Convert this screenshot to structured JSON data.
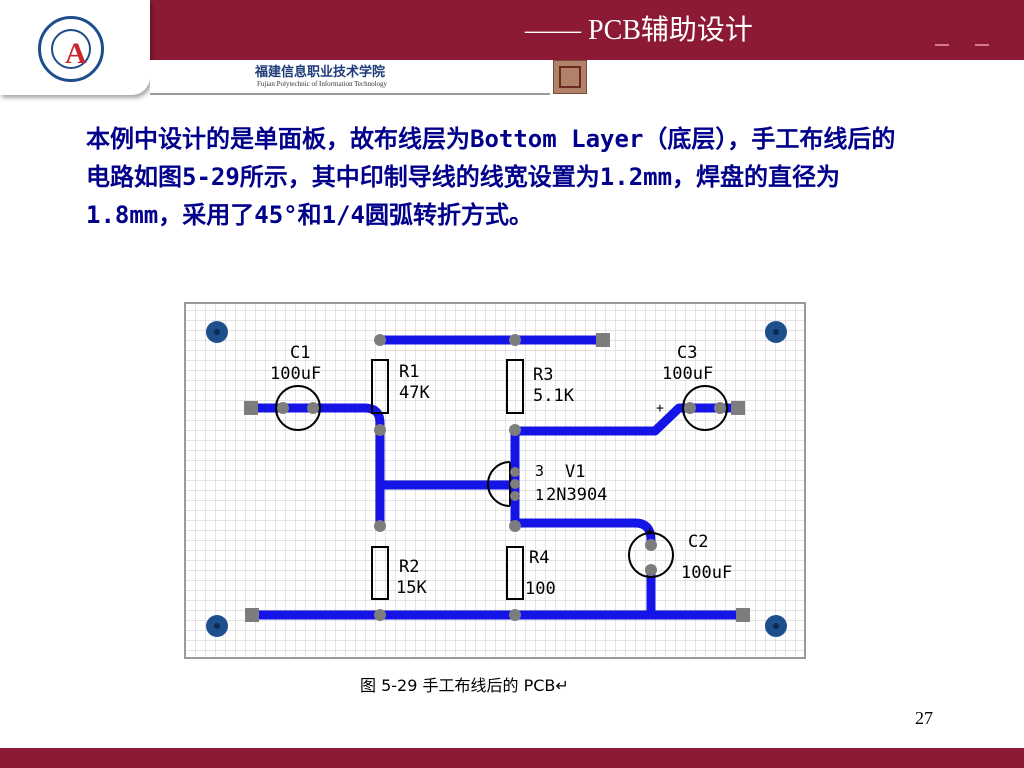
{
  "header": {
    "title": "—— PCB辅助设计",
    "school_name_cn": "福建信息职业技术学院",
    "school_name_en": "Fujian Polytechnic of Information Technology"
  },
  "body": {
    "paragraph": "本例中设计的是单面板，故布线层为Bottom Layer（底层），手工布线后的电路如图5-29所示，其中印制导线的线宽设置为1.2mm，焊盘的直径为1.8mm，采用了45°和1/4圆弧转折方式。"
  },
  "figure": {
    "caption": "图 5-29  手工布线后的 PCB↵",
    "components": {
      "c1_ref": "C1",
      "c1_val": "100uF",
      "r1_ref": "R1",
      "r1_val": "47K",
      "r3_ref": "R3",
      "r3_val": "5.1K",
      "c3_ref": "C3",
      "c3_val": "100uF",
      "v1_ref": "V1",
      "v1_val": "2N3904",
      "v1_pin3": "3",
      "v1_pin1": "1",
      "r2_ref": "R2",
      "r2_val": "15K",
      "r4_ref": "R4",
      "r4_val": "100",
      "c2_ref": "C2",
      "c2_val": "100uF",
      "plus": "+"
    }
  },
  "footer": {
    "page_number": "27"
  },
  "colors": {
    "brand": "#8c1a35",
    "text": "#00008b",
    "trace": "#1414e6",
    "grid": "#c9c9c9"
  }
}
